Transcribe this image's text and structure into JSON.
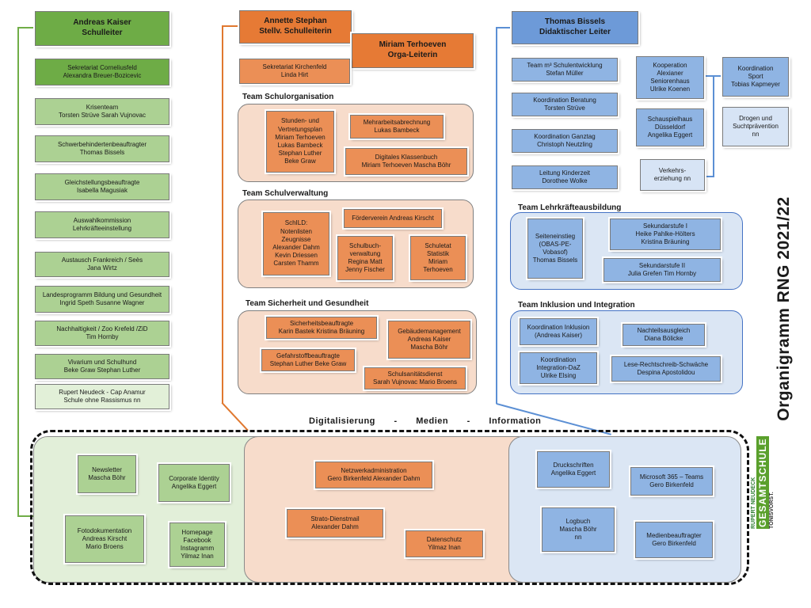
{
  "title": "Organigramm RNG 2021/22",
  "middle_banner": {
    "w1": "Digitalisierung",
    "sep": "-",
    "w2": "Medien",
    "w3": "Information"
  },
  "logo": {
    "line1": "RUPERT NEUDECK",
    "line2": "GESAMTSCHULE",
    "line3": "TÖNISVORST."
  },
  "left": {
    "head": [
      "Andreas Kaiser",
      "Schulleiter"
    ],
    "items": [
      [
        "Sekretariat Corneliusfeld",
        "Alexandra Breuer-Bozicevic"
      ],
      [
        "Krisenteam",
        "Torsten Strüve     Sarah Vujnovac"
      ],
      [
        "Schwerbehindertenbeauftragter",
        "Thomas Bissels"
      ],
      [
        "Gleichstellungsbeauftragte",
        "Isabella Magusiak"
      ],
      [
        "Auswahlkommission",
        "Lehrkräfteeinstellung"
      ],
      [
        "Austausch Frankreich / Seès",
        "Jana Wirtz"
      ],
      [
        "Landesprogramm Bildung und Gesundheit",
        "Ingrid Speth   Susanne Wagner"
      ],
      [
        "Nachhaltigkeit / Zoo Krefeld /ZiD",
        "Tim Hornby"
      ],
      [
        "Vivarium und Schulhund",
        "Beke Graw    Stephan Luther"
      ],
      [
        "Rupert Neudeck - Cap Anamur",
        "Schule ohne Rassismus nn"
      ]
    ]
  },
  "middle": {
    "head1": [
      "Annette Stephan",
      "Stellv. Schulleiterin"
    ],
    "head2": [
      "Miriam Terhoeven",
      "Orga-Leiterin"
    ],
    "sek": [
      "Sekretariat Kirchenfeld",
      "Linda Hirt"
    ],
    "t1": {
      "title": "Team Schulorganisation",
      "a": [
        "Stunden- und",
        "Vertretungsplan",
        "Miriam Terhoeven",
        "Lukas Bambeck",
        "Stephan Luther",
        "Beke Graw"
      ],
      "b": [
        "Mehrarbeitsabrechnung",
        "Lukas Bambeck"
      ],
      "c": [
        "Digitales Klassenbuch",
        "Miriam Terhoeven  Mascha Böhr"
      ]
    },
    "t2": {
      "title": "Team Schulverwaltung",
      "a": [
        "SchILD:",
        "Notenlisten",
        "Zeugnisse",
        "Alexander Dahm",
        "Kevin Driessen",
        "Carsten Thamm"
      ],
      "b": [
        "Förderverein Andreas Kirscht"
      ],
      "c": [
        "Schulbuch-",
        "verwaltung",
        "Regina Matt",
        "Jenny Fischer"
      ],
      "d": [
        "Schuletat",
        "Statistik",
        "Miriam",
        "Terhoeven"
      ]
    },
    "t3": {
      "title": "Team Sicherheit und Gesundheit",
      "a": [
        "Sicherheitsbeauftragte",
        "Karin Bastek Kristina Bräuning"
      ],
      "b": [
        "Gebäudemanagement",
        "Andreas Kaiser",
        "Mascha Böhr"
      ],
      "c": [
        "Gefahrstoffbeauftragte",
        "Stephan Luther Beke Graw"
      ],
      "d": [
        "Schulsanitätsdienst",
        "Sarah Vujnovac Mario Broens"
      ]
    }
  },
  "right": {
    "head": [
      "Thomas Bissels",
      "Didaktischer Leiter"
    ],
    "items": [
      [
        "Team m³ Schulentwicklung",
        "Stefan Müller"
      ],
      [
        "Koordination Beratung",
        "Torsten Strüve"
      ],
      [
        "Koordination Ganztag",
        "Christoph Neutzling"
      ],
      [
        "Leitung Kinderzeit",
        "Dorothee Wolke"
      ]
    ],
    "koop": [
      "Kooperation",
      "Alexianer",
      "Seniorenhaus",
      "Ulrike Koenen"
    ],
    "schau": [
      "Schauspielhaus",
      "Düsseldorf",
      "Angelika Eggert"
    ],
    "verkehr": [
      "Verkehrs-",
      "erziehung nn"
    ],
    "sport": [
      "Koordination",
      "Sport",
      "Tobias Kapmeyer"
    ],
    "drogen": [
      "Drogen und",
      "Suchtprävention",
      "nn"
    ],
    "t4": {
      "title": "Team Lehrkräfteausbildung",
      "a": [
        "Seiteneinstieg",
        "(OBAS-PE-",
        "Vobasof)",
        "Thomas Bissels"
      ],
      "b": [
        "Sekundarstufe I",
        "Heike Pahlke-Hölters",
        "Kristina Bräuning"
      ],
      "c": [
        "Sekundarstufe II",
        "Julia Grefen   Tim Hornby"
      ]
    },
    "t5": {
      "title": "Team Inklusion und Integration",
      "a": [
        "Koordination Inklusion",
        "(Andreas Kaiser)"
      ],
      "b": [
        "Nachteilsausgleich",
        "Diana Bölicke"
      ],
      "c": [
        "Koordination",
        "Integration-DaZ",
        "Ulrike Elsing"
      ],
      "d": [
        "Lese-Rechtschreib-Schwäche",
        "Despina Apostolidou"
      ]
    }
  },
  "bottom": {
    "newsletter": [
      "Newsletter",
      "Mascha Böhr"
    ],
    "ci": [
      "Corporate Identity",
      "Angelika Eggert"
    ],
    "foto": [
      "Fotodokumentation",
      "Andreas Kirscht",
      "Mario Broens"
    ],
    "home": [
      "Homepage",
      "Facebook",
      "Instagramm",
      "Yilmaz Inan"
    ],
    "netz": [
      "Netzwerkadministration",
      "Gero Birkenfeld   Alexander Dahm"
    ],
    "strato": [
      "Strato-Dienstmail",
      "Alexander Dahm"
    ],
    "daten": [
      "Datenschutz",
      "Yilmaz Inan"
    ],
    "druck": [
      "Druckschriften",
      "Angelika Eggert"
    ],
    "ms": [
      "Microsoft 365 – Teams",
      "Gero Birkenfeld"
    ],
    "log": [
      "Logbuch",
      "Mascha Böhr",
      "nn"
    ],
    "medien": [
      "Medienbeauftragter",
      "Gero Birkenfeld"
    ]
  },
  "colors": {
    "green": "#acd193",
    "green_dark": "#6eac46",
    "orange": "#eb8f56",
    "orange_dark": "#e67a35",
    "blue": "#8fb4e3",
    "blue_dark": "#6d9ad8"
  }
}
